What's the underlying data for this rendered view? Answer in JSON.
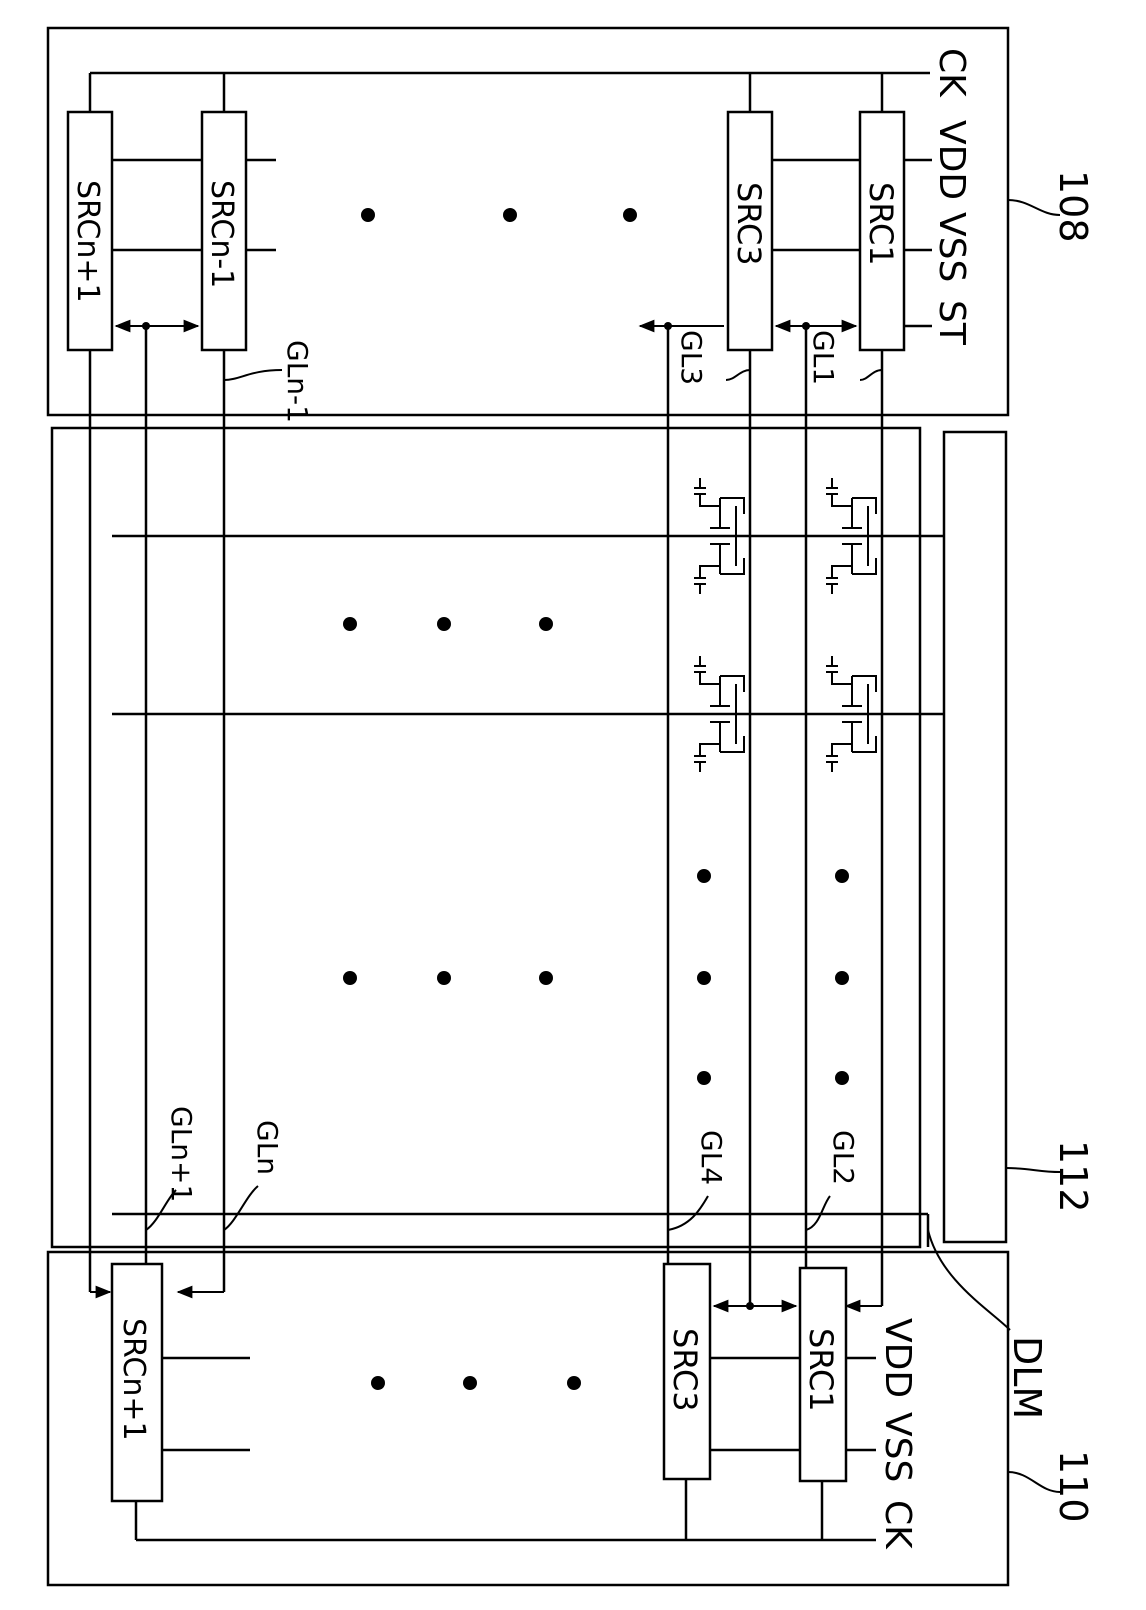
{
  "refs": {
    "r108": "108",
    "r110": "110",
    "r112": "112",
    "dlm": "DLM"
  },
  "top_block": {
    "signals": {
      "ck": "CK",
      "vdd": "VDD",
      "vss": "VSS",
      "st": "ST"
    },
    "src": {
      "src1": "SRC1",
      "src3": "SRC3",
      "srcn_1": "SRCn-1",
      "srcn1": "SRCn+1"
    },
    "gate_lines": {
      "gl1": "GL1",
      "gl3": "GL3",
      "gln_1": "GLn-1"
    }
  },
  "panel": {
    "gate_lines": {
      "gl2": "GL2",
      "gl4": "GL4",
      "gln": "GLn",
      "gln1": "GLn+1"
    }
  },
  "bottom_block": {
    "signals": {
      "vdd": "VDD",
      "vss": "VSS",
      "ck": "CK"
    },
    "src": {
      "src1": "SRC1",
      "src3": "SRC3",
      "srcn1": "SRCn+1"
    }
  }
}
